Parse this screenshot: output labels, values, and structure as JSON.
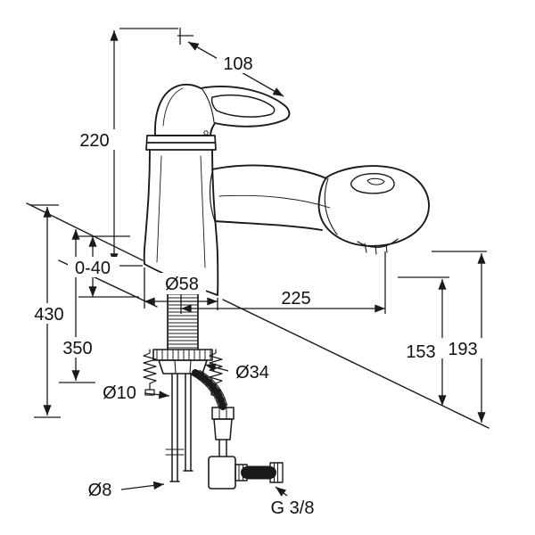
{
  "dims": {
    "handle_length": "108",
    "height": "220",
    "deck_thickness": "0-40",
    "length_430": "430",
    "length_350": "350",
    "base_diameter": "Ø58",
    "reach": "225",
    "height_153": "153",
    "height_193": "193",
    "diameter_34": "Ø34",
    "diameter_10": "Ø10",
    "diameter_8": "Ø8",
    "thread": "G 3/8"
  },
  "colors": {
    "line": "#1a1a1a",
    "text": "#111111",
    "background": "#ffffff"
  }
}
